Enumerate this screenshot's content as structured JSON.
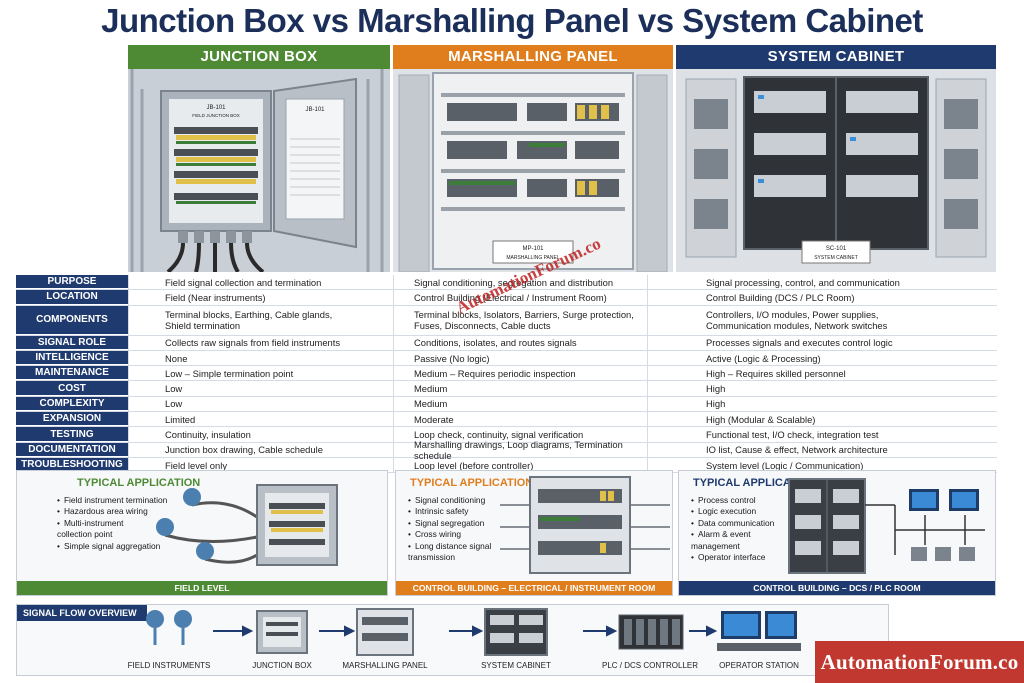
{
  "title": "Junction Box vs Marshalling Panel vs System Cabinet",
  "colors": {
    "junction": "#4e8a34",
    "marshalling": "#e07d1d",
    "system": "#1f3a6e",
    "brand": "#c0382f",
    "label_bg": "#1f3a6e"
  },
  "columns": [
    {
      "header": "JUNCTION BOX",
      "photo_label_1": "JB-101",
      "photo_label_2": "FIELD JUNCTION BOX",
      "door_title": "JB-101"
    },
    {
      "header": "MARSHALLING PANEL",
      "photo_label_1": "MP-101",
      "photo_label_2": "MARSHALLING PANEL"
    },
    {
      "header": "SYSTEM CABINET",
      "photo_label_1": "SC-101",
      "photo_label_2": "SYSTEM CABINET"
    }
  ],
  "rows": [
    {
      "label": "PURPOSE",
      "jb": "Field signal collection and termination",
      "mp": "Signal conditioning, segregation and distribution",
      "sc": "Signal processing, control, and communication"
    },
    {
      "label": "LOCATION",
      "jb": "Field (Near instruments)",
      "mp": "Control Building (Electrical / Instrument Room)",
      "sc": "Control Building (DCS / PLC Room)"
    },
    {
      "label": "COMPONENTS",
      "jb": "Terminal blocks, Earthing, Cable glands,\nShield termination",
      "mp": "Terminal blocks, Isolators, Barriers, Surge protection,\nFuses, Disconnects, Cable ducts",
      "sc": "Controllers, I/O modules, Power supplies,\nCommunication modules, Network switches",
      "tall": true
    },
    {
      "label": "SIGNAL ROLE",
      "jb": "Collects raw signals from field instruments",
      "mp": "Conditions, isolates, and routes signals",
      "sc": "Processes signals and executes control logic"
    },
    {
      "label": "INTELLIGENCE",
      "jb": "None",
      "mp": "Passive (No logic)",
      "sc": "Active (Logic & Processing)"
    },
    {
      "label": "MAINTENANCE",
      "jb": "Low – Simple termination point",
      "mp": "Medium – Requires periodic inspection",
      "sc": "High – Requires skilled personnel"
    },
    {
      "label": "COST",
      "jb": "Low",
      "mp": "Medium",
      "sc": "High"
    },
    {
      "label": "COMPLEXITY",
      "jb": "Low",
      "mp": "Medium",
      "sc": "High"
    },
    {
      "label": "EXPANSION",
      "jb": "Limited",
      "mp": "Moderate",
      "sc": "High (Modular & Scalable)"
    },
    {
      "label": "TESTING",
      "jb": "Continuity, insulation",
      "mp": "Loop check, continuity, signal verification",
      "sc": "Functional test, I/O check, integration test"
    },
    {
      "label": "DOCUMENTATION",
      "jb": "Junction box drawing, Cable schedule",
      "mp": "Marshalling drawings, Loop diagrams, Termination schedule",
      "sc": "IO list, Cause & effect, Network architecture"
    },
    {
      "label": "TROUBLESHOOTING",
      "jb": "Field level only",
      "mp": "Loop level (before controller)",
      "sc": "System level (Logic / Communication)"
    }
  ],
  "applications": [
    {
      "title": "TYPICAL APPLICATION",
      "items": [
        "Field instrument termination",
        "Hazardous area wiring",
        "Multi-instrument\ncollection point",
        "Simple signal aggregation"
      ],
      "footer": "FIELD LEVEL"
    },
    {
      "title": "TYPICAL APPLICATION",
      "items": [
        "Signal conditioning",
        "Intrinsic safety",
        "Signal segregation",
        "Cross wiring",
        "Long distance signal\ntransmission"
      ],
      "footer": "CONTROL BUILDING – ELECTRICAL / INSTRUMENT ROOM"
    },
    {
      "title": "TYPICAL APPLICATION",
      "items": [
        "Process control",
        "Logic execution",
        "Data communication",
        "Alarm & event\nmanagement",
        "Operator interface"
      ],
      "footer": "CONTROL BUILDING – DCS / PLC ROOM"
    }
  ],
  "flow": {
    "title": "SIGNAL FLOW OVERVIEW",
    "steps": [
      "FIELD INSTRUMENTS",
      "JUNCTION BOX",
      "MARSHALLING PANEL",
      "SYSTEM CABINET",
      "PLC / DCS CONTROLLER",
      "OPERATOR STATION"
    ]
  },
  "watermark": "AutomationForum.co",
  "brand": "AutomationForum.co"
}
